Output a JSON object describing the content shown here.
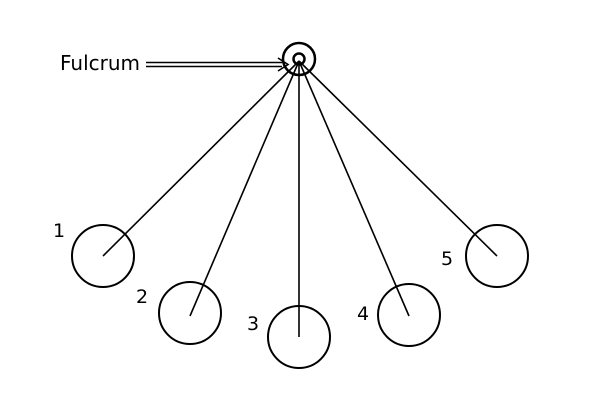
{
  "diagram": {
    "fulcrum_label": "Fulcrum",
    "bob_labels": [
      "1",
      "2",
      "3",
      "4",
      "5"
    ]
  },
  "colors": {
    "ink": "#000000",
    "background": "#ffffff"
  }
}
